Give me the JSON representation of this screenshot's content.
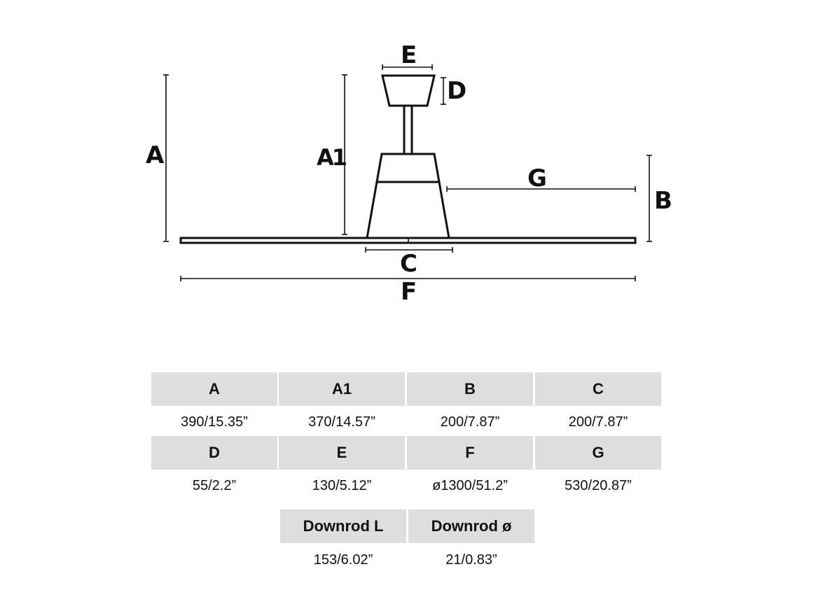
{
  "diagram": {
    "labels": {
      "A": "A",
      "A1": "A1",
      "B": "B",
      "C": "C",
      "D": "D",
      "E": "E",
      "F": "F",
      "G": "G"
    }
  },
  "table": {
    "rows": [
      [
        {
          "header": "A",
          "value": "390/15.35”"
        },
        {
          "header": "A1",
          "value": "370/14.57”"
        },
        {
          "header": "B",
          "value": "200/7.87”"
        },
        {
          "header": "C",
          "value": "200/7.87”"
        }
      ],
      [
        {
          "header": "D",
          "value": "55/2.2”"
        },
        {
          "header": "E",
          "value": "130/5.12”"
        },
        {
          "header": "F",
          "value": "ø1300/51.2”"
        },
        {
          "header": "G",
          "value": "530/20.87”"
        }
      ],
      [
        {
          "header": "Downrod L",
          "value": "153/6.02”"
        },
        {
          "header": "Downrod ø",
          "value": "21/0.83”"
        }
      ]
    ]
  }
}
